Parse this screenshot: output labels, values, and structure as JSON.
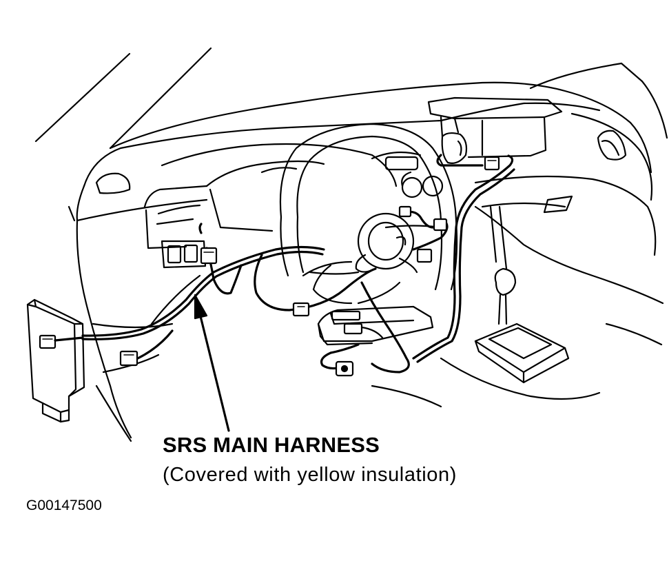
{
  "callout": {
    "title": "SRS MAIN HARNESS",
    "note": "(Covered with yellow insulation)"
  },
  "figure_id": "G00147500",
  "colors": {
    "line": "#000000",
    "background": "#ffffff"
  }
}
